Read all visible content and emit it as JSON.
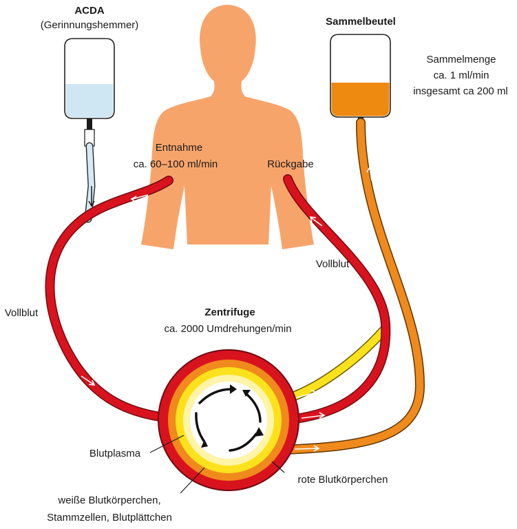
{
  "acda": {
    "title": "ACDA",
    "subtitle": "(Gerinnungshemmer)"
  },
  "collection_bag": {
    "title": "Sammelbeutel"
  },
  "collection_rate": {
    "line1": "Sammelmenge",
    "line2": "ca. 1 ml/min",
    "line3": "insgesamt ca 200 ml"
  },
  "withdrawal": {
    "line1": "Entnahme",
    "line2": "ca. 60–100 ml/min"
  },
  "return_label": "Rückgabe",
  "whole_blood_left": "Vollblut",
  "whole_blood_right": "Vollblut",
  "centrifuge": {
    "title": "Zentrifuge",
    "speed": "ca. 2000 Umdrehungen/min"
  },
  "plasma_label": "Blutplasma",
  "red_cells_label": "rote Blutkörperchen",
  "white_cells": {
    "line1": "weiße Blutkörperchen,",
    "line2": "Stammzellen, Blutplättchen"
  },
  "colors": {
    "blood": "#d9131e",
    "blood_outline": "#6e0a10",
    "orange_layer": "#f08a1c",
    "yellow_layer": "#fbe21c",
    "plasma_ring": "#fff4a8",
    "body": "#f7a46b",
    "acda_fluid": "#cfe6f3",
    "collection_fluid": "#ee8a10"
  }
}
